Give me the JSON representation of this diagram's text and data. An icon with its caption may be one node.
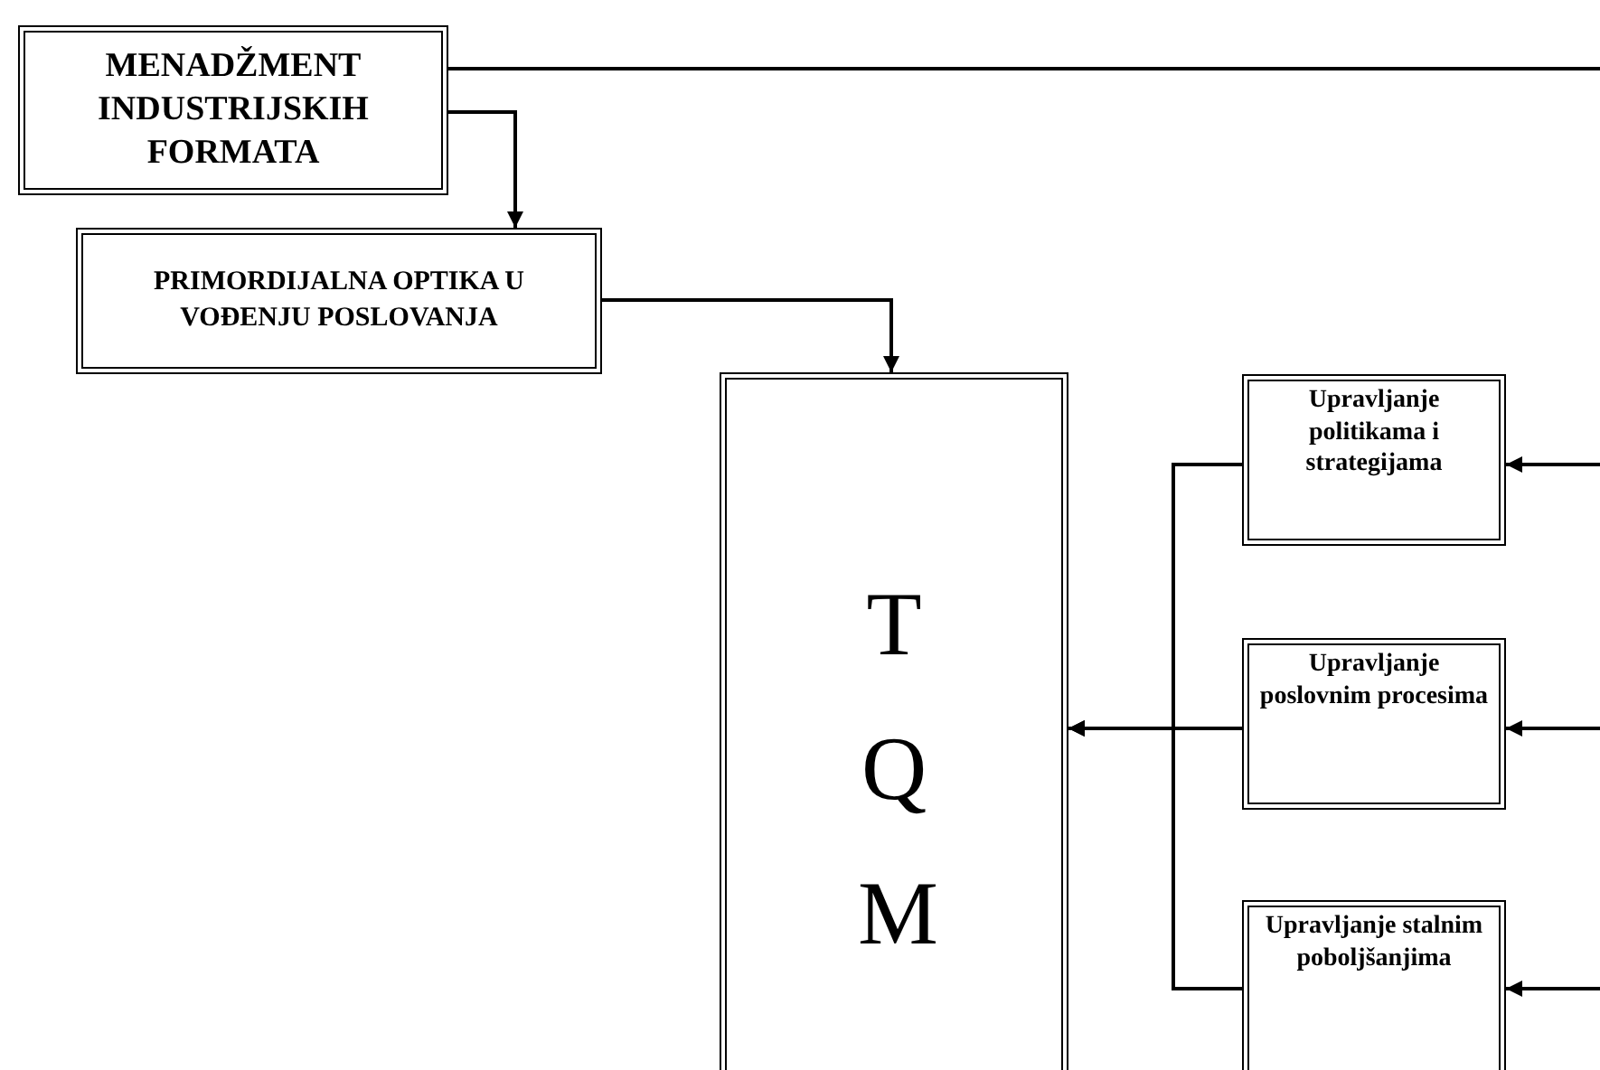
{
  "diagram": {
    "nodes": [
      {
        "text": [
          "MENADŽMENT INDUSTRIJSKIH FORMATA"
        ]
      },
      {
        "text": [
          "PRIMORDIJALNA OPTIKA U VOĐENJU POSLOVANJA"
        ]
      },
      {
        "text": [
          "T Q M"
        ]
      },
      {
        "text": [
          "Upravljanje politikama i strategijama"
        ]
      },
      {
        "text": [
          "Upravljanje poslovnim procesima"
        ]
      },
      {
        "text": [
          "Upravljanje stalnim poboljšanjima"
        ]
      }
    ],
    "edges": [
      {
        "from": 0,
        "to": 1,
        "arrow": "to"
      },
      {
        "from": 1,
        "to": 2,
        "arrow": "to"
      },
      {
        "from": 3,
        "to": 2,
        "arrow": "to"
      },
      {
        "from": 4,
        "to": 2,
        "arrow": "to"
      },
      {
        "from": 5,
        "to": 2,
        "arrow": "to"
      },
      {
        "from": 0,
        "to": null,
        "arrow": "none"
      },
      {
        "from": null,
        "to": 3,
        "arrow": "to"
      },
      {
        "from": null,
        "to": 4,
        "arrow": "to"
      },
      {
        "from": null,
        "to": 5,
        "arrow": "to"
      }
    ]
  }
}
